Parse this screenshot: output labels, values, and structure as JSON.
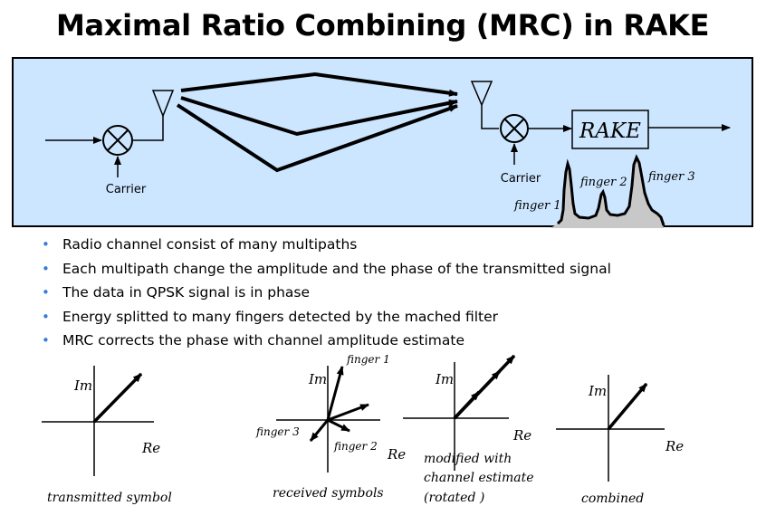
{
  "title": "Maximal Ratio Combining (MRC) in RAKE",
  "transmitter": {
    "carrier_label": "Carrier"
  },
  "receiver": {
    "carrier_label": "Carrier",
    "rake_label": "RAKE"
  },
  "fingers": {
    "f1": "finger 1",
    "f2": "finger 2",
    "f3": "finger 3"
  },
  "bullets": [
    "Radio channel consist of many multipaths",
    "Each multipath change the amplitude and the phase of the transmitted signal",
    "The data in QPSK signal is in phase",
    "Energy splitted to many fingers detected by the mached filter",
    "MRC corrects the phase with channel amplitude estimate"
  ],
  "axes": {
    "im": "Im",
    "re": "Re"
  },
  "phasors": {
    "transmitted": "transmitted symbol",
    "received": "received symbols",
    "received_f1": "finger 1",
    "received_f2": "finger 2",
    "received_f3": "finger 3",
    "modified_line1": "modified with",
    "modified_line2": "channel estimate",
    "modified_line3": "(rotated )",
    "combined": "combined"
  },
  "colors": {
    "panel_bg": "#cce6ff",
    "bullet": "#3a7bd5",
    "energy_fill": "#c8c8c8"
  }
}
